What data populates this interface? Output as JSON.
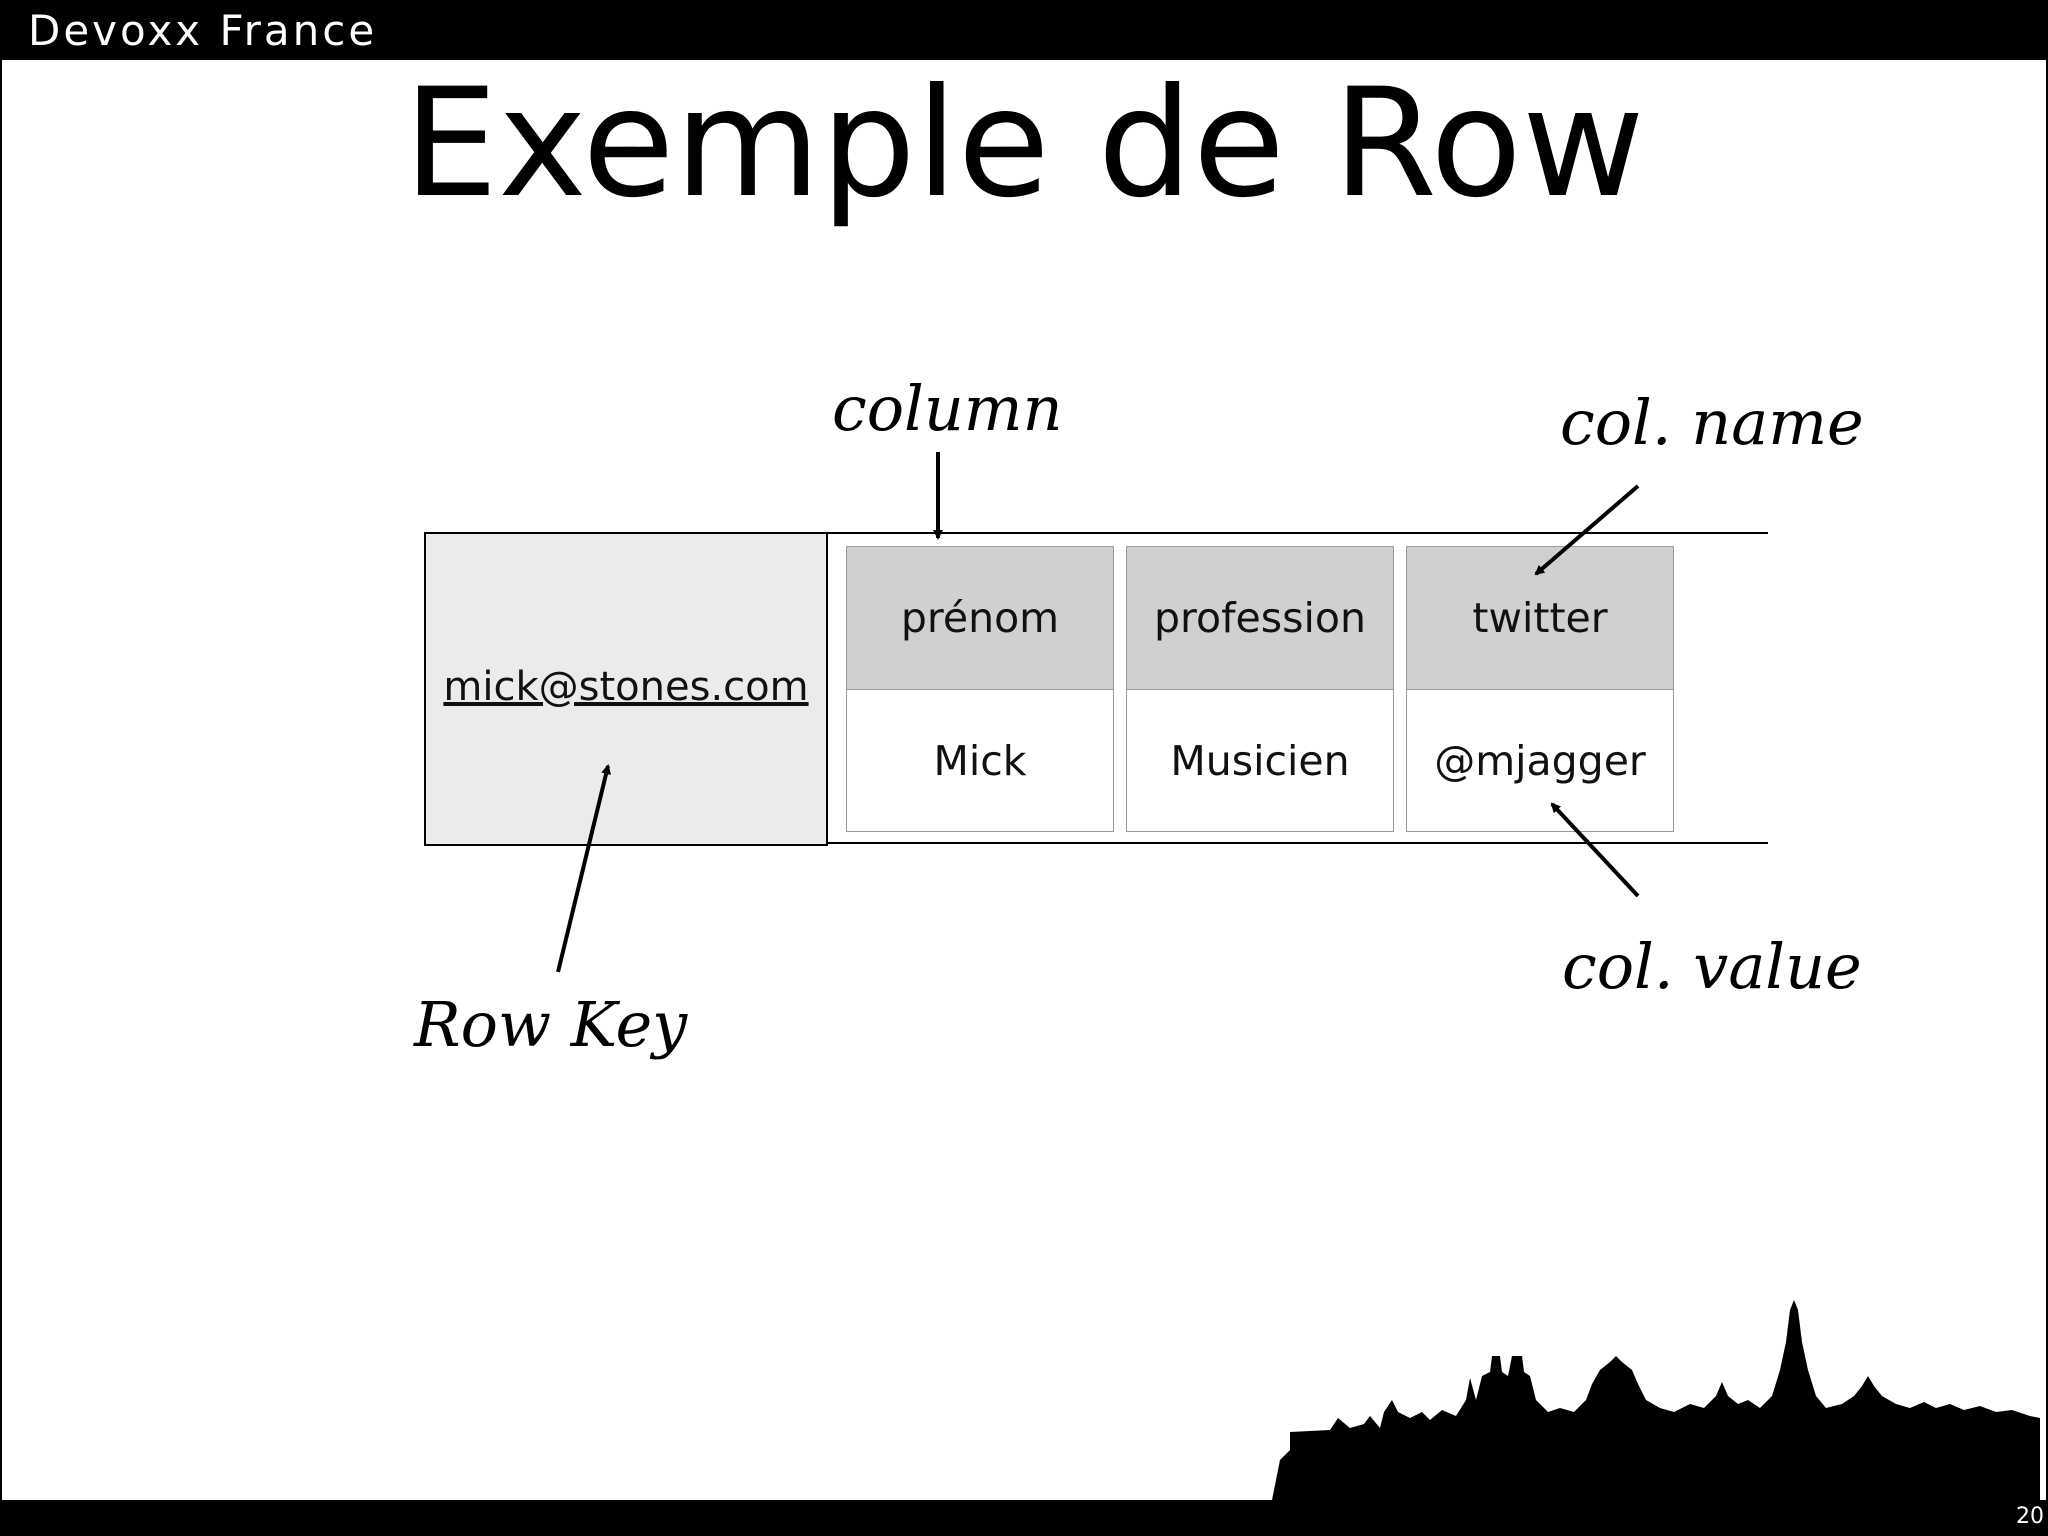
{
  "header": {
    "brand": "Devoxx France"
  },
  "slide": {
    "title": "Exemple de Row",
    "page_number": "20"
  },
  "diagram": {
    "row_key_value": "mick@stones.com",
    "columns": [
      {
        "name": "prénom",
        "value": "Mick"
      },
      {
        "name": "profession",
        "value": "Musicien"
      },
      {
        "name": "twitter",
        "value": "@mjagger"
      }
    ],
    "annotations": {
      "column": "column",
      "col_name": "col. name",
      "col_value": "col. value",
      "row_key": "Row Key"
    }
  }
}
